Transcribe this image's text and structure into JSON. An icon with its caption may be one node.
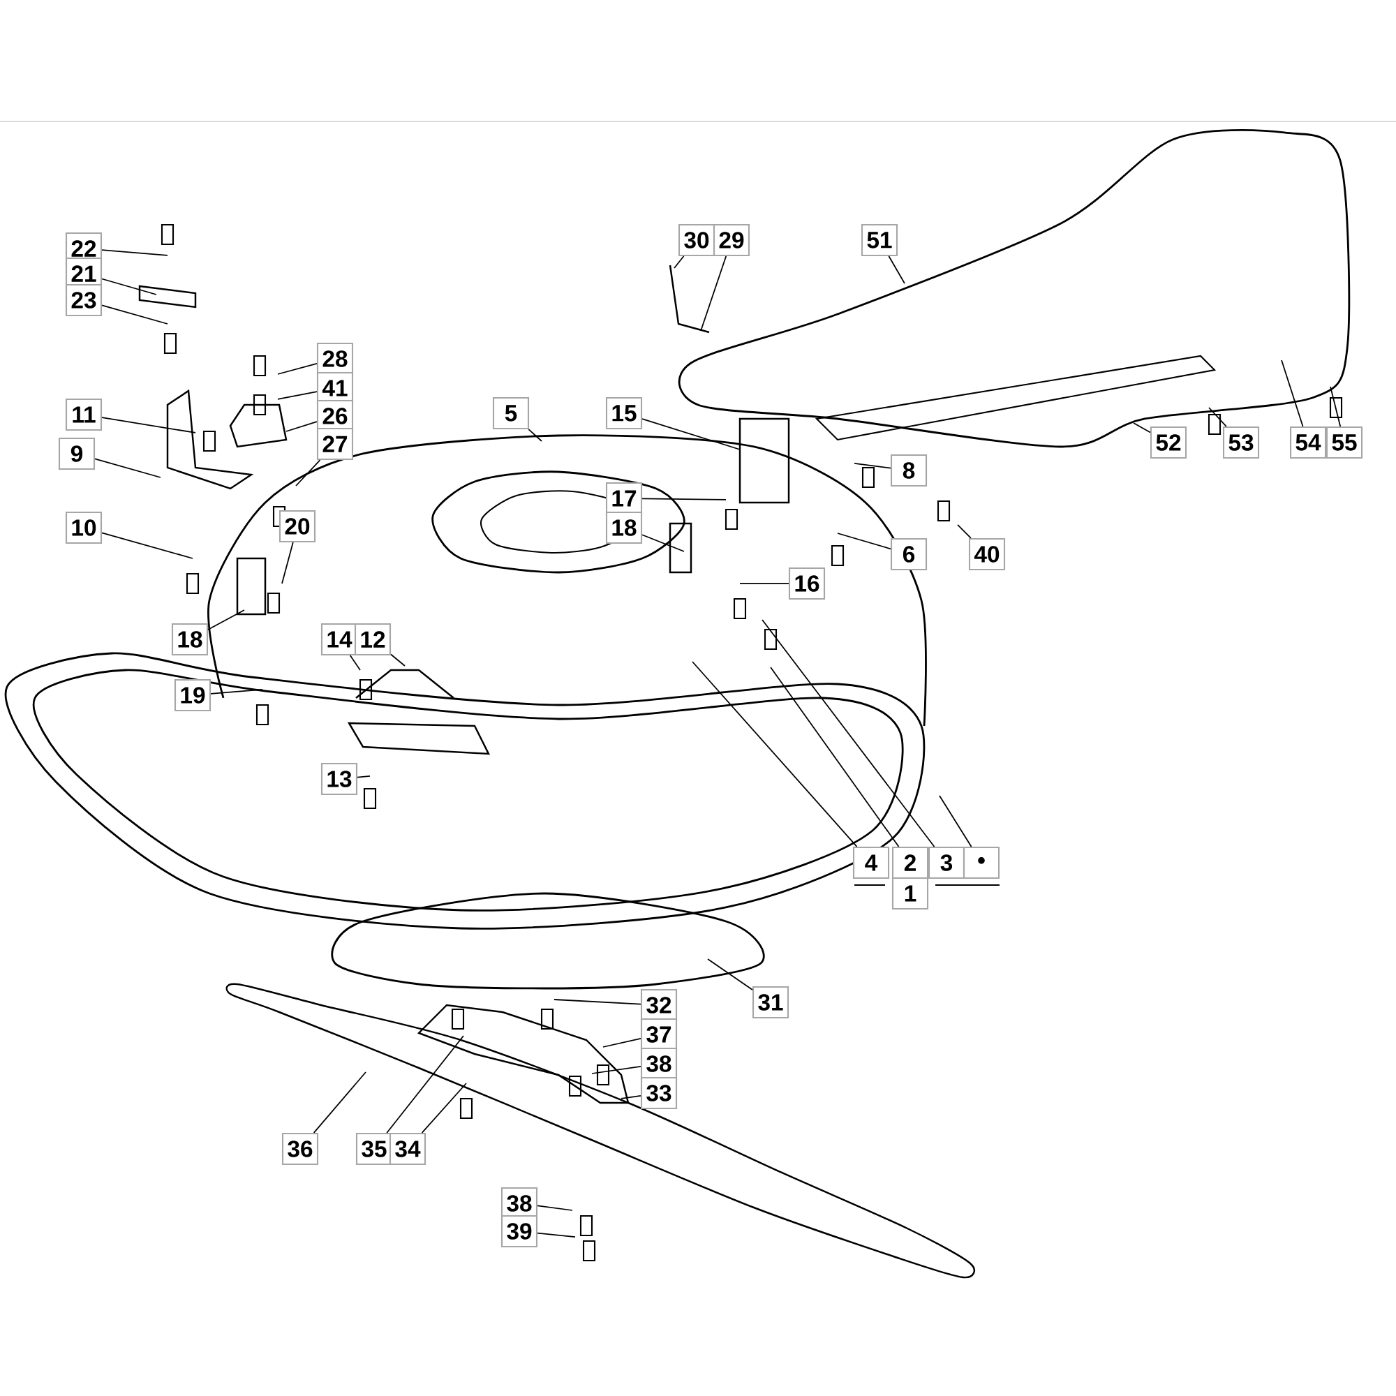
{
  "diagram": {
    "nodes": [
      {
        "text": [
          "22"
        ]
      },
      {
        "text": [
          "21"
        ]
      },
      {
        "text": [
          "23"
        ]
      },
      {
        "text": [
          "30"
        ]
      },
      {
        "text": [
          "29"
        ]
      },
      {
        "text": [
          "51"
        ]
      },
      {
        "text": [
          "28"
        ]
      },
      {
        "text": [
          "41"
        ]
      },
      {
        "text": [
          "26"
        ]
      },
      {
        "text": [
          "27"
        ]
      },
      {
        "text": [
          "11"
        ]
      },
      {
        "text": [
          "9"
        ]
      },
      {
        "text": [
          "5"
        ]
      },
      {
        "text": [
          "15"
        ]
      },
      {
        "text": [
          "8"
        ]
      },
      {
        "text": [
          "52"
        ]
      },
      {
        "text": [
          "53"
        ]
      },
      {
        "text": [
          "54"
        ]
      },
      {
        "text": [
          "55"
        ]
      },
      {
        "text": [
          "17"
        ]
      },
      {
        "text": [
          "10"
        ]
      },
      {
        "text": [
          "18"
        ]
      },
      {
        "text": [
          "40"
        ]
      },
      {
        "text": [
          "6"
        ]
      },
      {
        "text": [
          "20"
        ]
      },
      {
        "text": [
          "18"
        ]
      },
      {
        "text": [
          "16"
        ]
      },
      {
        "text": [
          "14"
        ]
      },
      {
        "text": [
          "12"
        ]
      },
      {
        "text": [
          "19"
        ]
      },
      {
        "text": [
          "13"
        ]
      },
      {
        "text": [
          "4"
        ]
      },
      {
        "text": [
          "2"
        ]
      },
      {
        "text": [
          "3"
        ]
      },
      {
        "text": [
          "•"
        ]
      },
      {
        "text": [
          "1"
        ]
      },
      {
        "text": [
          "31"
        ]
      },
      {
        "text": [
          "32"
        ]
      },
      {
        "text": [
          "37"
        ]
      },
      {
        "text": [
          "38"
        ]
      },
      {
        "text": [
          "33"
        ]
      },
      {
        "text": [
          "36"
        ]
      },
      {
        "text": [
          "35"
        ]
      },
      {
        "text": [
          "34"
        ]
      },
      {
        "text": [
          "38"
        ]
      },
      {
        "text": [
          "39"
        ]
      }
    ],
    "edges": [
      {
        "from": 0,
        "to": null,
        "arrow": "none"
      },
      {
        "from": 1,
        "to": null,
        "arrow": "none"
      },
      {
        "from": 2,
        "to": null,
        "arrow": "none"
      },
      {
        "from": 3,
        "to": null,
        "arrow": "none"
      },
      {
        "from": 4,
        "to": null,
        "arrow": "none"
      },
      {
        "from": 5,
        "to": null,
        "arrow": "none"
      },
      {
        "from": 6,
        "to": null,
        "arrow": "none"
      },
      {
        "from": 7,
        "to": null,
        "arrow": "none"
      },
      {
        "from": 8,
        "to": null,
        "arrow": "none"
      },
      {
        "from": 9,
        "to": null,
        "arrow": "none"
      },
      {
        "from": 10,
        "to": null,
        "arrow": "none"
      },
      {
        "from": 11,
        "to": null,
        "arrow": "none"
      },
      {
        "from": 12,
        "to": null,
        "arrow": "none"
      },
      {
        "from": 13,
        "to": null,
        "arrow": "none"
      },
      {
        "from": 14,
        "to": null,
        "arrow": "none"
      },
      {
        "from": 15,
        "to": null,
        "arrow": "none"
      },
      {
        "from": 16,
        "to": null,
        "arrow": "none"
      },
      {
        "from": 17,
        "to": null,
        "arrow": "none"
      },
      {
        "from": 18,
        "to": null,
        "arrow": "none"
      },
      {
        "from": 19,
        "to": null,
        "arrow": "none"
      },
      {
        "from": 20,
        "to": null,
        "arrow": "none"
      },
      {
        "from": 21,
        "to": null,
        "arrow": "none"
      },
      {
        "from": 22,
        "to": null,
        "arrow": "none"
      },
      {
        "from": 23,
        "to": null,
        "arrow": "none"
      },
      {
        "from": 24,
        "to": null,
        "arrow": "none"
      },
      {
        "from": 25,
        "to": null,
        "arrow": "none"
      },
      {
        "from": 26,
        "to": null,
        "arrow": "none"
      },
      {
        "from": 27,
        "to": null,
        "arrow": "none"
      },
      {
        "from": 28,
        "to": null,
        "arrow": "none"
      },
      {
        "from": 29,
        "to": null,
        "arrow": "none"
      },
      {
        "from": 30,
        "to": null,
        "arrow": "none"
      },
      {
        "from": 31,
        "to": null,
        "arrow": "none"
      },
      {
        "from": 32,
        "to": null,
        "arrow": "none"
      },
      {
        "from": 33,
        "to": null,
        "arrow": "none"
      },
      {
        "from": 34,
        "to": null,
        "arrow": "none"
      },
      {
        "from": 36,
        "to": null,
        "arrow": "none"
      },
      {
        "from": 37,
        "to": null,
        "arrow": "none"
      },
      {
        "from": 38,
        "to": null,
        "arrow": "none"
      },
      {
        "from": 39,
        "to": null,
        "arrow": "none"
      },
      {
        "from": 40,
        "to": null,
        "arrow": "none"
      },
      {
        "from": 41,
        "to": null,
        "arrow": "none"
      },
      {
        "from": 42,
        "to": null,
        "arrow": "none"
      },
      {
        "from": 43,
        "to": null,
        "arrow": "none"
      },
      {
        "from": 44,
        "to": null,
        "arrow": "none"
      },
      {
        "from": 45,
        "to": null,
        "arrow": "none"
      }
    ]
  }
}
